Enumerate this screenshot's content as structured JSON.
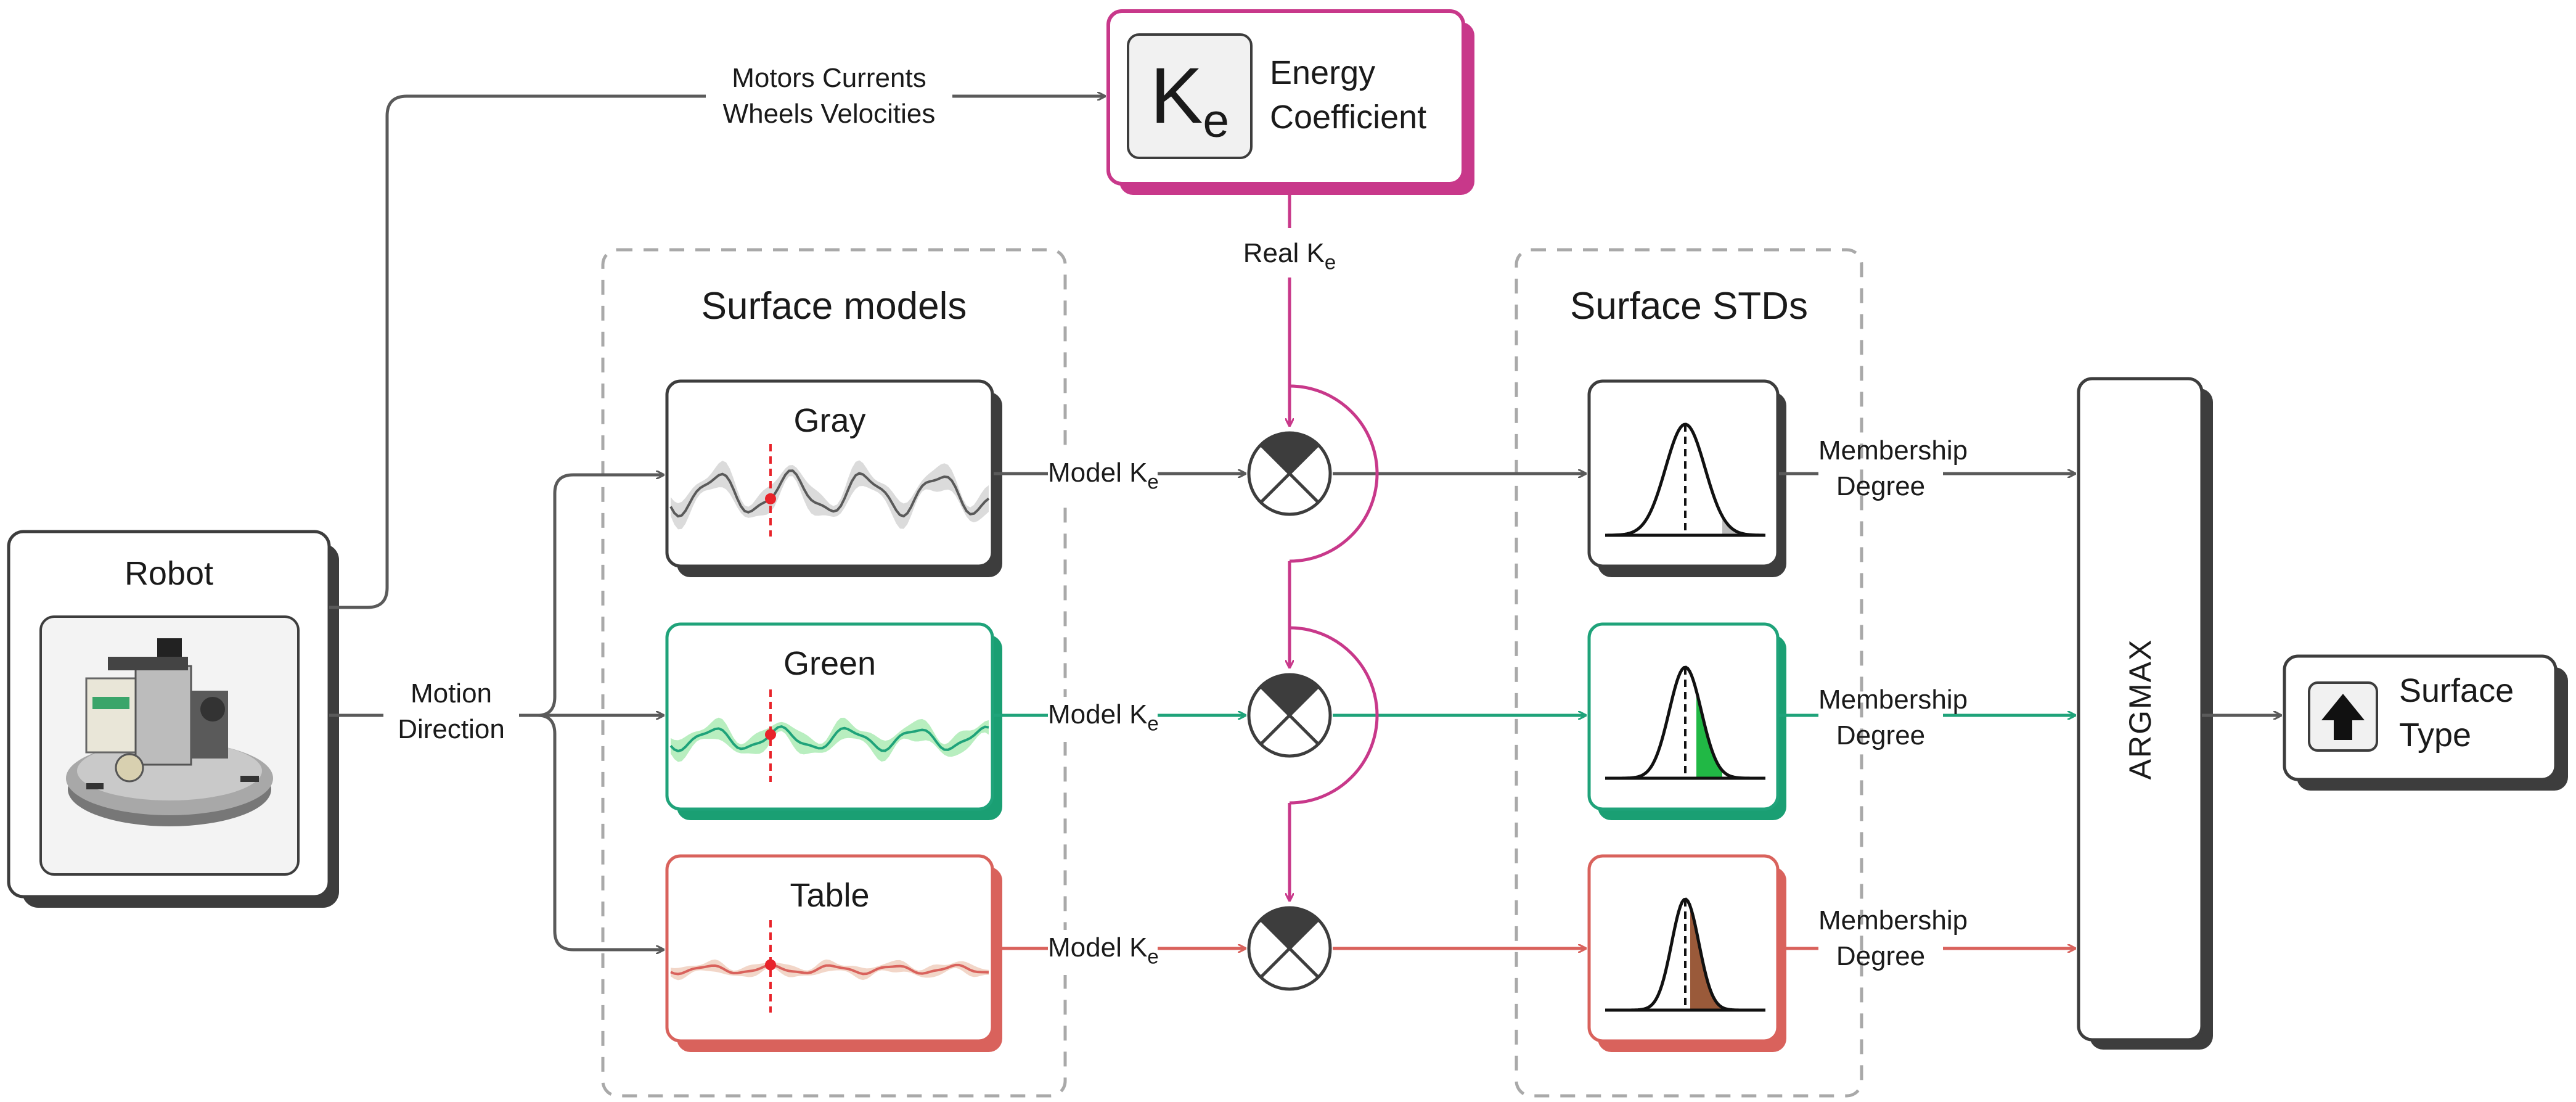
{
  "robot": {
    "title": "Robot",
    "image_label": "mobile robot photo"
  },
  "inputs": {
    "line1": "Motors Currents",
    "line2": "Wheels Velocities",
    "motion1": "Motion",
    "motion2": "Direction"
  },
  "energy": {
    "symbol": "K",
    "symbol_sub": "e",
    "line1": "Energy",
    "line2": "Coefficient",
    "real_label": "Real K",
    "real_sub": "e"
  },
  "surface_models": {
    "title": "Surface models",
    "items": [
      {
        "name": "Gray",
        "color": "#5a5a5a",
        "fill": "#bdbdbd"
      },
      {
        "name": "Green",
        "color": "#1fa37a",
        "fill": "#7ee08a"
      },
      {
        "name": "Table",
        "color": "#d9625c",
        "fill": "#e8b49b"
      }
    ],
    "output_label": "Model K",
    "output_sub": "e"
  },
  "surface_stds": {
    "title": "Surface STDs",
    "output_line1": "Membership",
    "output_line2": "Degree",
    "shade_colors": [
      "#bdbdbd",
      "#21b845",
      "#9a5a3a"
    ]
  },
  "argmax": {
    "label": "ARGMAX"
  },
  "result": {
    "line1": "Surface",
    "line2": "Type",
    "icon": "up-arrow-icon"
  },
  "colors": {
    "line": "#5a5a5a",
    "magenta": "#c8388a",
    "green": "#1fa37a",
    "red": "#d9625c",
    "shadow": "#3d3d3d",
    "marker": "#e8232a"
  }
}
